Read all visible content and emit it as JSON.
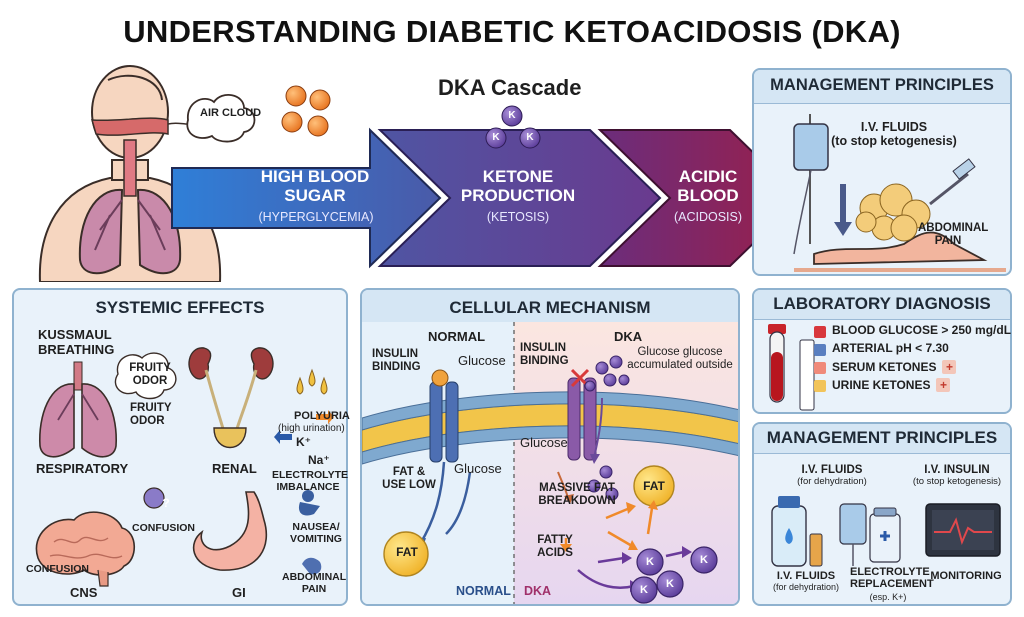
{
  "title": "UNDERSTANDING DIABETIC KETOACIDOSIS (DKA)",
  "cascade": {
    "heading": "DKA Cascade",
    "air_cloud": "AIR CLOUD",
    "ketone_symbol": "K",
    "steps": [
      {
        "label": "HIGH BLOOD SUGAR",
        "sub": "(HYPERGLYCEMIA)",
        "color": "#3f5fa6"
      },
      {
        "label": "KETONE PRODUCTION",
        "sub": "(KETOSIS)",
        "color": "#5e3f8f"
      },
      {
        "label": "ACIDIC BLOOD",
        "sub": "(ACIDOSIS)",
        "color": "#8e2250"
      }
    ]
  },
  "management_top": {
    "heading": "MANAGEMENT PRINCIPLES",
    "iv_fluids": "I.V. FLUIDS",
    "iv_fluids_sub": "(to  stop ketogenesis)",
    "abdominal_pain": "ABDOMINAL PAIN"
  },
  "systemic": {
    "heading": "SYSTEMIC EFFECTS",
    "kussmaul": "KUSSMAUL BREATHING",
    "fruity_cloud": "FRUITY ODOR",
    "fruity_label": "FRUITY ODOR",
    "respiratory": "RESPIRATORY",
    "polyuria": "POLYURIA",
    "polyuria_sub": "(high urination)",
    "k_plus": "K⁺",
    "na_plus": "Na⁺",
    "electrolyte": "ELECTROLYTE IMBALANCE",
    "renal": "RENAL",
    "confusion_q": "?",
    "confusion_right": "CONFUSION",
    "confusion_left": "CONFUSION",
    "cns": "CNS",
    "nausea": "NAUSEA/ VOMITING",
    "abdominal": "ABDOMINAL PAIN",
    "gi": "GI"
  },
  "cellular": {
    "heading": "CELLULAR MECHANISM",
    "normal_title": "NORMAL",
    "dka_title": "DKA",
    "insulin_binding_left": "INSULIN BINDING",
    "glucose_left": "Glucose",
    "fat_use_low": "FAT & USE LOW",
    "glucose_inside": "Glucose",
    "fat_left": "FAT",
    "normal_footer": "NORMAL",
    "insulin_binding_right": "INSULIN BINDING",
    "glucose_outside": "Glucose glucose accumulated outside",
    "glucose_right": "Glucose",
    "massive_fat": "MASSIVE FAT BREAKDOWN",
    "fat_right": "FAT",
    "fatty_acids": "FATTY ACIDS",
    "ketone_symbol": "K",
    "dka_footer": "DKA"
  },
  "lab": {
    "heading": "LABORATORY DIAGNOSIS",
    "items": [
      {
        "text": "BLOOD GLUCOSE > 250 mg/dL",
        "color": "#d8373c",
        "badge": ""
      },
      {
        "text": "ARTERIAL pH < 7.30",
        "color": "#5a7fc0",
        "badge": ""
      },
      {
        "text": "SERUM KETONES",
        "color": "#f08a7a",
        "badge": "+"
      },
      {
        "text": "URINE KETONES",
        "color": "#f2c45a",
        "badge": "+"
      }
    ]
  },
  "management_bottom": {
    "heading": "MANAGEMENT PRINCIPLES",
    "iv_fluids": "I.V. FLUIDS",
    "iv_fluids_sub": "(for dehydration)",
    "iv_insulin": "I.V. INSULIN",
    "iv_insulin_sub": "(to stop ketogenesis)",
    "iv_fluids_2": "I.V. FLUIDS",
    "iv_fluids_2_sub": "(for dehydration)",
    "electrolyte": "ELECTROLYTE REPLACEMENT",
    "electrolyte_sub": "(esp. K+)",
    "monitoring": "MONITORING"
  }
}
